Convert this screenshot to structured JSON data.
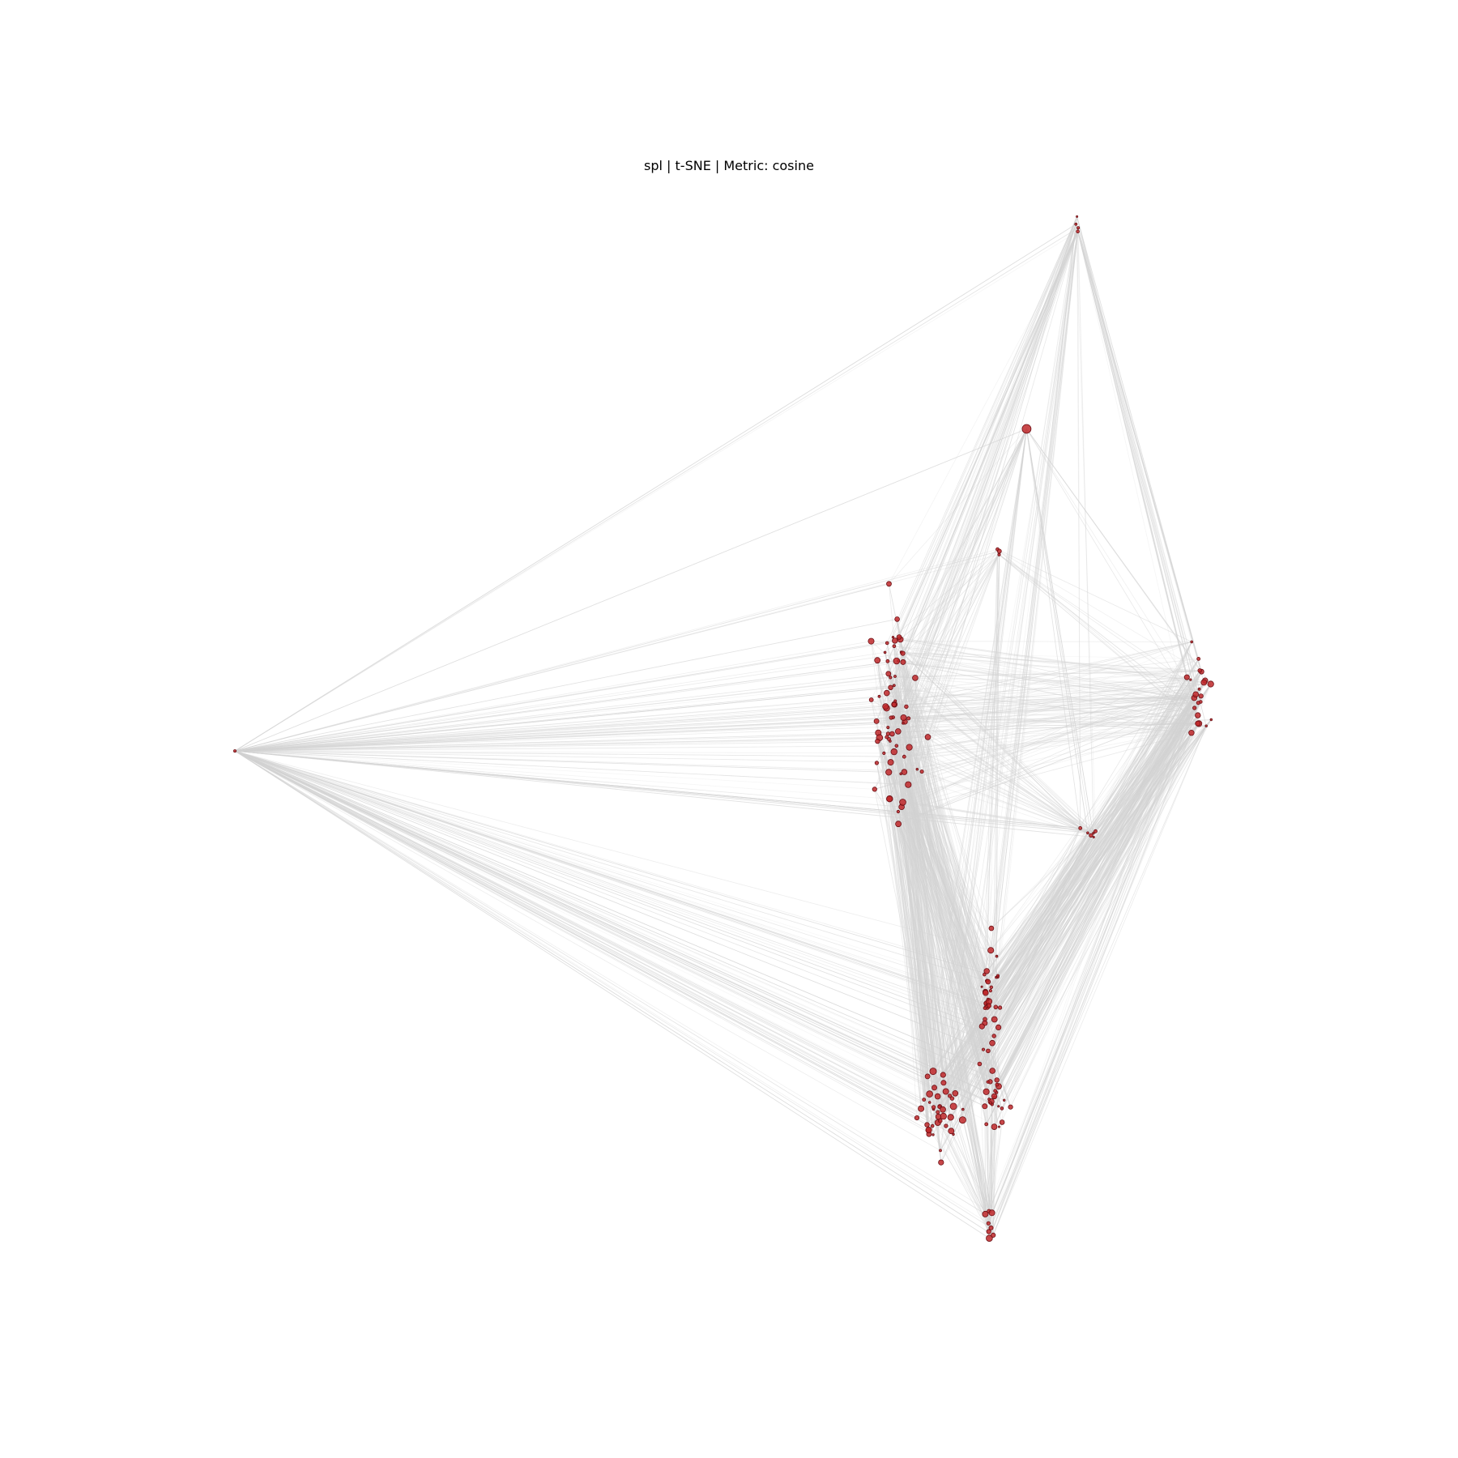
{
  "figure": {
    "title": "spl | t-SNE | Metric: cosine"
  },
  "style": {
    "background": "#ffffff",
    "edge_color": "#d3d3d3",
    "node_fill": "#c0282a",
    "node_stroke": "#6b1015"
  },
  "chart_data": {
    "type": "network-embedding",
    "title": "spl | t-SNE | Metric: cosine",
    "axes_visible": false,
    "grid": false,
    "legend": "none",
    "xlim": [
      0,
      100
    ],
    "ylim": [
      0,
      100
    ],
    "clusters": [
      {
        "id": "top",
        "x": 81.6,
        "y": 100.0,
        "spread_x": 0.15,
        "spread_y": 0.6,
        "count": 4,
        "size": 1.6
      },
      {
        "id": "upper-single",
        "x": 76.6,
        "y": 79.8,
        "spread_x": 0.2,
        "spread_y": 0.2,
        "count": 1,
        "size": 5.0
      },
      {
        "id": "upper-pair",
        "x": 73.9,
        "y": 67.0,
        "spread_x": 0.2,
        "spread_y": 0.4,
        "count": 3,
        "size": 1.8
      },
      {
        "id": "left-single",
        "x": 0.0,
        "y": 47.6,
        "spread_x": 0.0,
        "spread_y": 0.0,
        "count": 1,
        "size": 1.6
      },
      {
        "id": "left-band",
        "x": 63.6,
        "y": 51.5,
        "spread_x": 1.1,
        "spread_y": 5.5,
        "count": 70,
        "size": 2.3
      },
      {
        "id": "right",
        "x": 93.3,
        "y": 53.2,
        "spread_x": 0.6,
        "spread_y": 2.0,
        "count": 22,
        "size": 2.2
      },
      {
        "id": "middle",
        "x": 83.1,
        "y": 39.5,
        "spread_x": 1.2,
        "spread_y": 0.6,
        "count": 6,
        "size": 1.8
      },
      {
        "id": "lower-mid",
        "x": 73.0,
        "y": 23.0,
        "spread_x": 0.6,
        "spread_y": 2.6,
        "count": 35,
        "size": 2.2
      },
      {
        "id": "lower-left",
        "x": 68.2,
        "y": 11.2,
        "spread_x": 1.1,
        "spread_y": 1.8,
        "count": 40,
        "size": 2.4
      },
      {
        "id": "lower-right",
        "x": 73.4,
        "y": 12.8,
        "spread_x": 0.7,
        "spread_y": 1.8,
        "count": 25,
        "size": 2.2
      },
      {
        "id": "bottom",
        "x": 73.1,
        "y": 0.0,
        "spread_x": 0.4,
        "spread_y": 0.8,
        "count": 8,
        "size": 2.6
      }
    ],
    "edges": [
      {
        "from": "left-single",
        "to": "top",
        "count": 6
      },
      {
        "from": "left-single",
        "to": "upper-single",
        "count": 4
      },
      {
        "from": "left-single",
        "to": "upper-pair",
        "count": 4
      },
      {
        "from": "left-single",
        "to": "left-band",
        "count": 60
      },
      {
        "from": "left-single",
        "to": "right",
        "count": 20
      },
      {
        "from": "left-single",
        "to": "middle",
        "count": 12
      },
      {
        "from": "left-single",
        "to": "lower-mid",
        "count": 30
      },
      {
        "from": "left-single",
        "to": "lower-left",
        "count": 40
      },
      {
        "from": "left-single",
        "to": "lower-right",
        "count": 25
      },
      {
        "from": "left-single",
        "to": "bottom",
        "count": 10
      },
      {
        "from": "top",
        "to": "left-band",
        "count": 60
      },
      {
        "from": "top",
        "to": "right",
        "count": 30
      },
      {
        "from": "top",
        "to": "lower-mid",
        "count": 15
      },
      {
        "from": "top",
        "to": "lower-left",
        "count": 10
      },
      {
        "from": "top",
        "to": "middle",
        "count": 6
      },
      {
        "from": "upper-single",
        "to": "left-band",
        "count": 25
      },
      {
        "from": "upper-single",
        "to": "lower-left",
        "count": 15
      },
      {
        "from": "upper-single",
        "to": "right",
        "count": 6
      },
      {
        "from": "upper-single",
        "to": "middle",
        "count": 6
      },
      {
        "from": "upper-pair",
        "to": "left-band",
        "count": 20
      },
      {
        "from": "upper-pair",
        "to": "right",
        "count": 10
      },
      {
        "from": "upper-pair",
        "to": "lower-mid",
        "count": 10
      },
      {
        "from": "left-band",
        "to": "right",
        "count": 120
      },
      {
        "from": "left-band",
        "to": "lower-mid",
        "count": 120
      },
      {
        "from": "left-band",
        "to": "lower-left",
        "count": 160
      },
      {
        "from": "left-band",
        "to": "lower-right",
        "count": 100
      },
      {
        "from": "left-band",
        "to": "bottom",
        "count": 40
      },
      {
        "from": "left-band",
        "to": "middle",
        "count": 40
      },
      {
        "from": "right",
        "to": "lower-mid",
        "count": 90
      },
      {
        "from": "right",
        "to": "lower-left",
        "count": 100
      },
      {
        "from": "right",
        "to": "lower-right",
        "count": 70
      },
      {
        "from": "right",
        "to": "bottom",
        "count": 30
      },
      {
        "from": "right",
        "to": "middle",
        "count": 20
      },
      {
        "from": "middle",
        "to": "lower-mid",
        "count": 25
      },
      {
        "from": "middle",
        "to": "lower-left",
        "count": 25
      },
      {
        "from": "middle",
        "to": "upper-single",
        "count": 4
      },
      {
        "from": "lower-mid",
        "to": "lower-left",
        "count": 40
      },
      {
        "from": "lower-mid",
        "to": "bottom",
        "count": 20
      },
      {
        "from": "lower-left",
        "to": "bottom",
        "count": 20
      },
      {
        "from": "lower-right",
        "to": "bottom",
        "count": 15
      }
    ]
  }
}
